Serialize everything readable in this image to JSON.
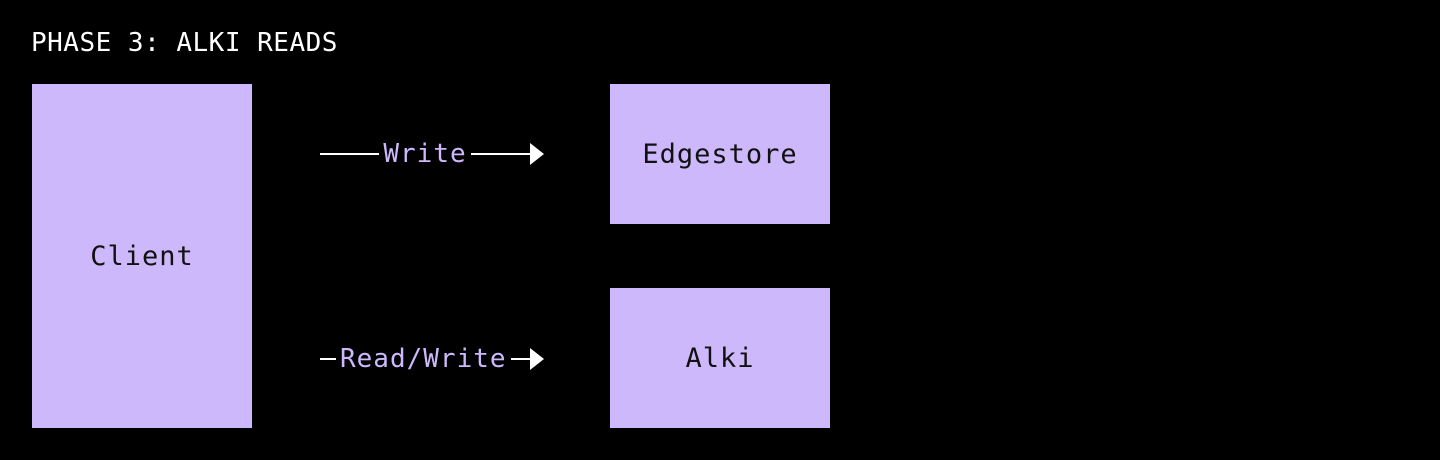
{
  "title": "PHASE 3: ALKI READS",
  "colors": {
    "background": "#000000",
    "node_fill": "#cdb8fc",
    "label_accent": "#cdb8fc",
    "arrow": "#ffffff"
  },
  "nodes": {
    "client": "Client",
    "edgestore": "Edgestore",
    "alki": "Alki"
  },
  "edges": {
    "write": {
      "label": "Write",
      "from": "Client",
      "to": "Edgestore"
    },
    "read_write": {
      "label": "Read/Write",
      "from": "Client",
      "to": "Alki"
    }
  }
}
